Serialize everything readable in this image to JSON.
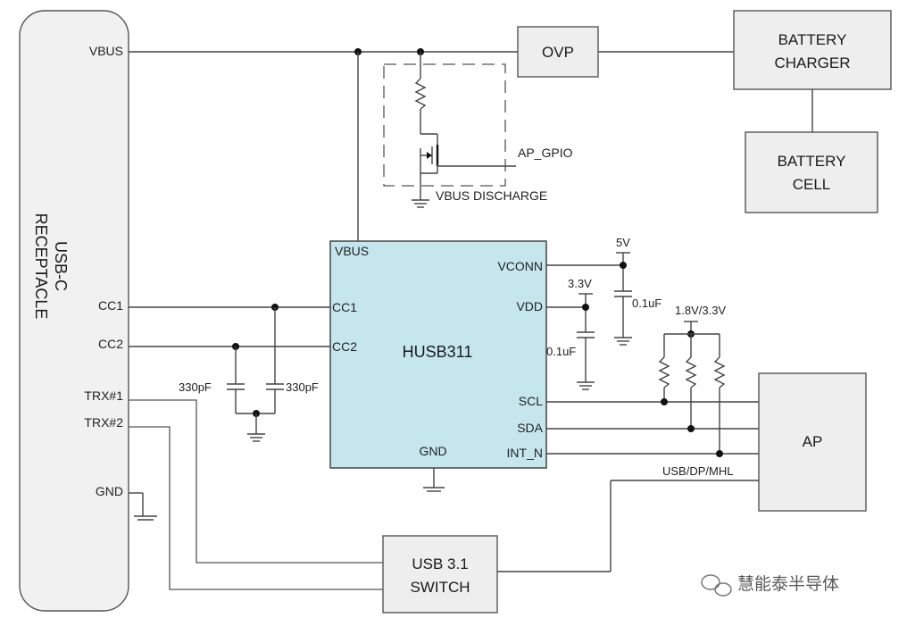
{
  "receptacle": {
    "title_line1": "USB-C",
    "title_line2": "RECEPTACLE",
    "pins": {
      "vbus": "VBUS",
      "cc1": "CC1",
      "cc2": "CC2",
      "trx1": "TRX#1",
      "trx2": "TRX#2",
      "gnd": "GND"
    }
  },
  "blocks": {
    "ovp": "OVP",
    "charger_line1": "BATTERY",
    "charger_line2": "CHARGER",
    "cell_line1": "BATTERY",
    "cell_line2": "CELL",
    "ap": "AP",
    "switch_line1": "USB 3.1",
    "switch_line2": "SWITCH"
  },
  "chip": {
    "name": "HUSB311",
    "pins": {
      "vbus": "VBUS",
      "cc1": "CC1",
      "cc2": "CC2",
      "gnd": "GND",
      "vconn": "VCONN",
      "vdd": "VDD",
      "scl": "SCL",
      "sda": "SDA",
      "int_n": "INT_N"
    }
  },
  "labels": {
    "ap_gpio": "AP_GPIO",
    "vbus_discharge": "VBUS DISCHARGE",
    "supply_5v": "5V",
    "supply_3v3": "3.3V",
    "cap_vconn": "0.1uF",
    "cap_vdd": "0.1uF",
    "pullup_rail": "1.8V/3.3V",
    "cap_cc_left": "330pF",
    "cap_cc_right": "330pF",
    "usb_bus": "USB/DP/MHL"
  },
  "watermark": "慧能泰半导体",
  "colors": {
    "chip_fill": "#c6e6ee",
    "block_fill": "#eeeeee",
    "line": "#444444"
  }
}
